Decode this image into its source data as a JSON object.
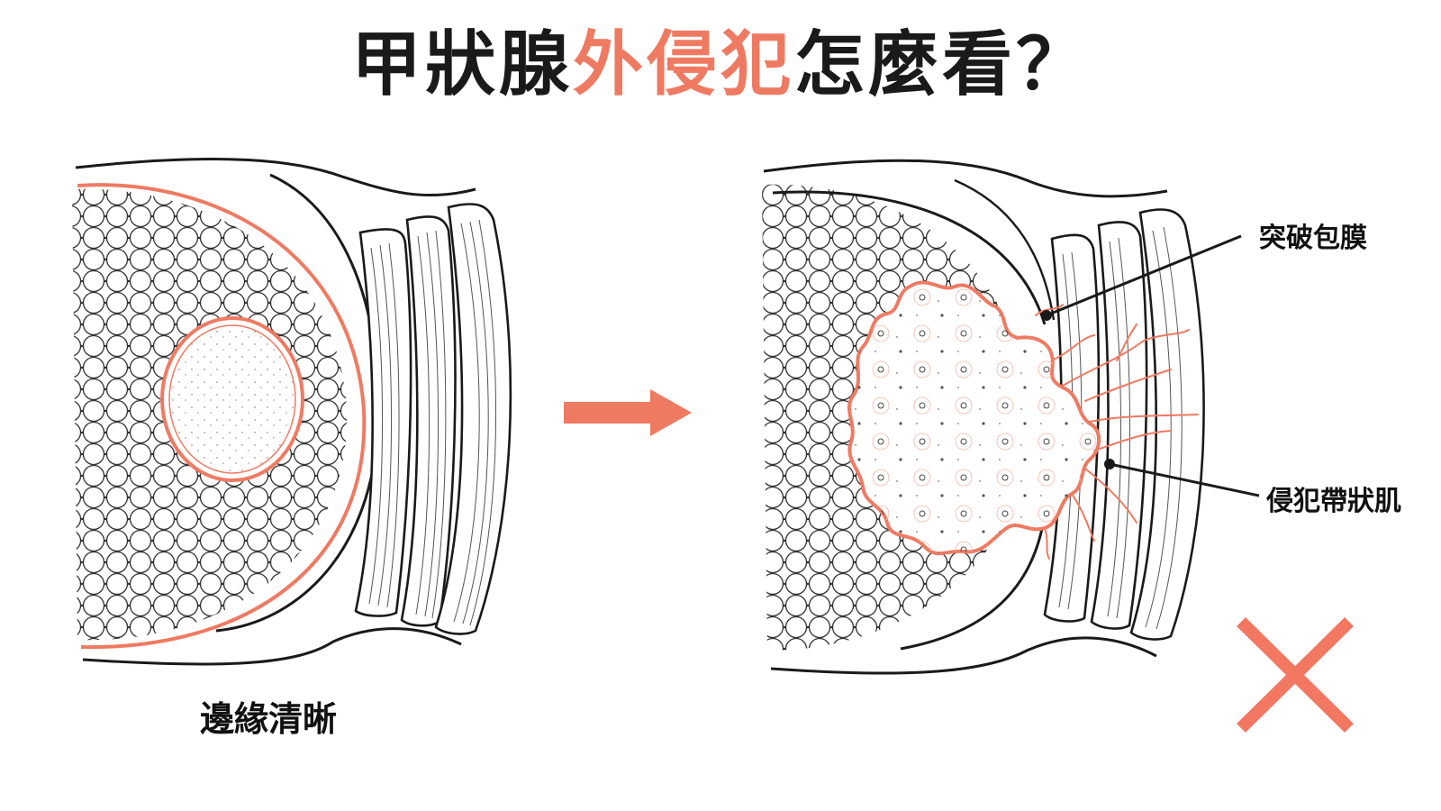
{
  "title": {
    "part1": "甲狀腺",
    "accent": "外侵犯",
    "part2": "怎麼看？"
  },
  "labels": {
    "left_caption": "邊緣清晰",
    "capsule_breach": "突破包膜",
    "strap_invasion": "侵犯帶狀肌"
  },
  "colors": {
    "accent": "#ef7a62",
    "line": "#1a1a1a"
  },
  "icons": {
    "arrow": "right-arrow-icon",
    "cross": "cross-icon"
  }
}
